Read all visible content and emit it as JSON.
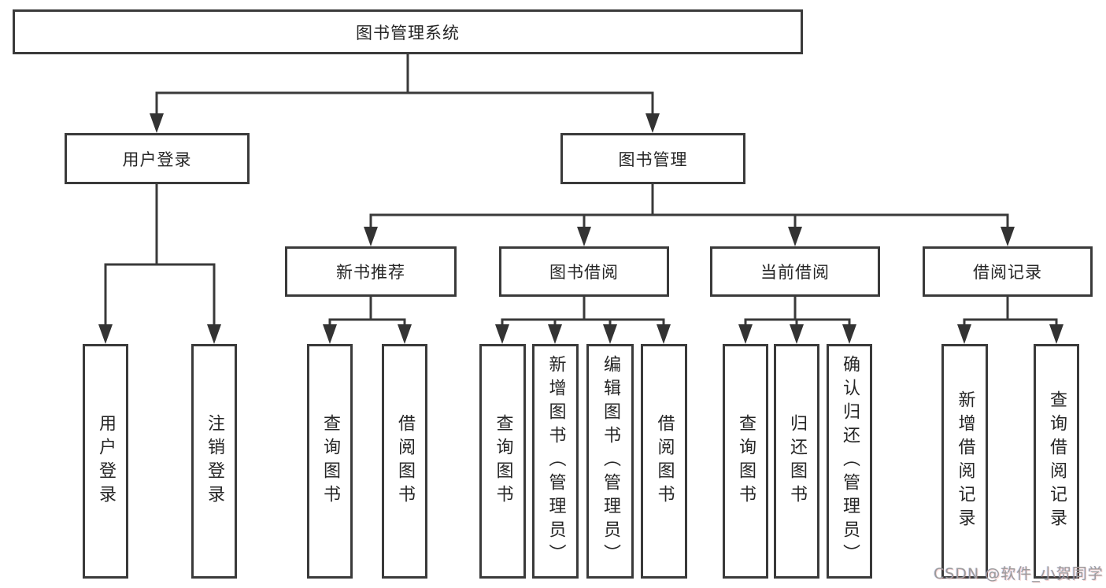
{
  "diagram": {
    "root": "图书管理系统",
    "level1": {
      "user_login": "用户登录",
      "book_management": "图书管理"
    },
    "level2": {
      "new_book_recommend": "新书推荐",
      "book_borrow": "图书借阅",
      "current_borrow": "当前借阅",
      "borrow_records": "借阅记录"
    },
    "leaves": {
      "user_login": "用户登录",
      "logout": "注销登录",
      "rec_query_books": "查询图书",
      "rec_borrow_books": "借阅图书",
      "bb_query_books": "查询图书",
      "bb_add_books": "新增图书（管理员）",
      "bb_edit_books": "编辑图书（管理员）",
      "bb_borrow_books": "借阅图书",
      "cb_query_books": "查询图书",
      "cb_return_books": "归还图书",
      "cb_confirm_return": "确认归还（管理员）",
      "br_add_record": "新增借阅记录",
      "br_query_record": "查询借阅记录"
    },
    "watermark": "CSDN @软件_小贺同学"
  }
}
